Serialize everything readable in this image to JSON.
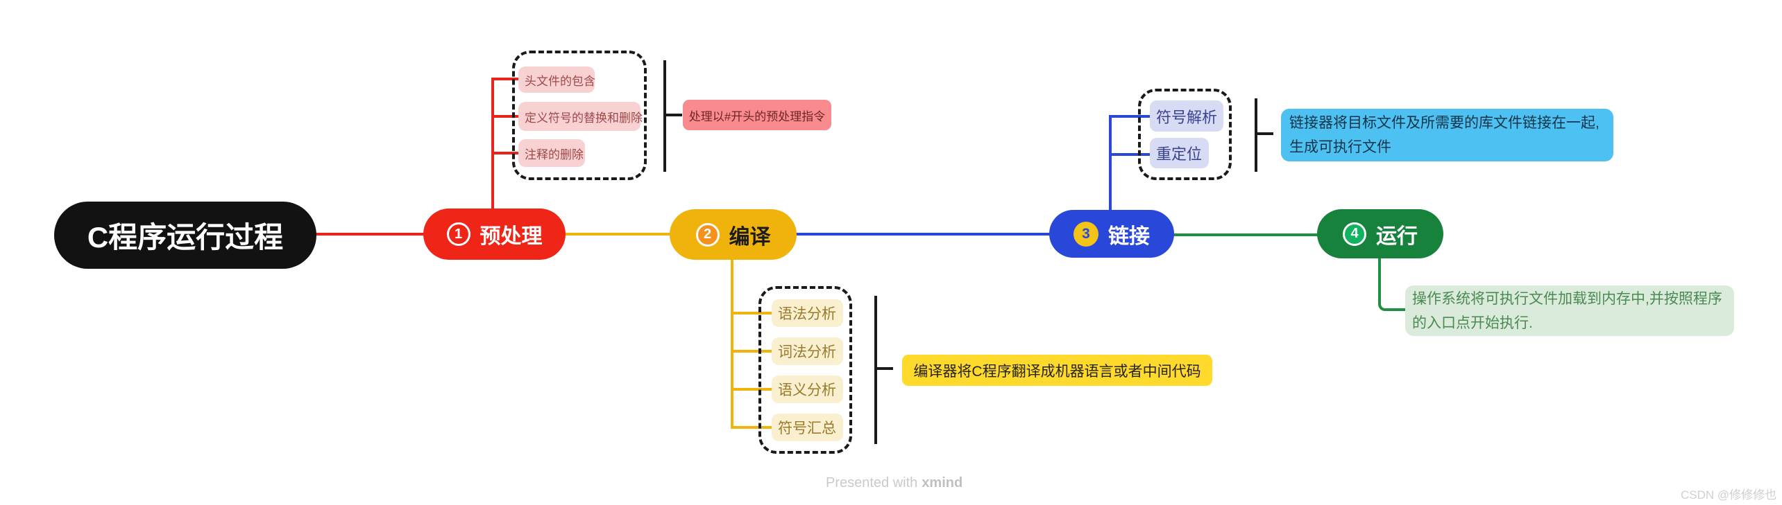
{
  "root": {
    "label": "C程序运行过程",
    "bg": "#121212"
  },
  "branches": [
    {
      "badge": "1",
      "label": "预处理",
      "node_color": "#ee2517",
      "line_color": "#e9251b",
      "children": [
        "头文件的包含",
        "定义符号的替换和删除",
        "注释的删除"
      ],
      "child_bg": "#f8d2d3",
      "child_text_color": "#a04848",
      "summary": {
        "text": "处理以#开头的预处理指令",
        "bg": "#f98b8e",
        "text_color": "#6f2426"
      }
    },
    {
      "badge": "2",
      "label": "编译",
      "node_color": "#efb30c",
      "line_color": "#efb30c",
      "badge_bg": "#f6911d",
      "children": [
        "语法分析",
        "词法分析",
        "语义分析",
        "符号汇总"
      ],
      "child_bg": "#faf0cf",
      "child_text_color": "#9a7b2c",
      "summary": {
        "text": "编译器将C程序翻译成机器语言或者中间代码",
        "bg": "#ffd92b",
        "text_color": "#262420"
      }
    },
    {
      "badge": "3",
      "label": "链接",
      "node_color": "#2948d9",
      "line_color": "#2948d9",
      "badge_bg": "#f2c417",
      "children": [
        "符号解析",
        "重定位"
      ],
      "child_bg": "#d8dbf4",
      "child_text_color": "#3a4490",
      "summary": {
        "text": "链接器将目标文件及所需要的库文件链接在一起,生成可执行文件",
        "bg": "#4dc1f2",
        "text_color": "#0f344a"
      }
    },
    {
      "badge": "4",
      "label": "运行",
      "node_color": "#17823b",
      "line_color": "#1f8f41",
      "badge_bg": "#12b360",
      "children": [],
      "summary": {
        "text": "操作系统将可执行文件加载到内存中,并按照程序的入口点开始执行.",
        "bg": "#daeadb",
        "text_color": "#4a8a52"
      }
    }
  ],
  "watermarks": {
    "presented_prefix": "Presented with",
    "presented_brand": "xmind",
    "csdn": "CSDN @修修修也"
  }
}
